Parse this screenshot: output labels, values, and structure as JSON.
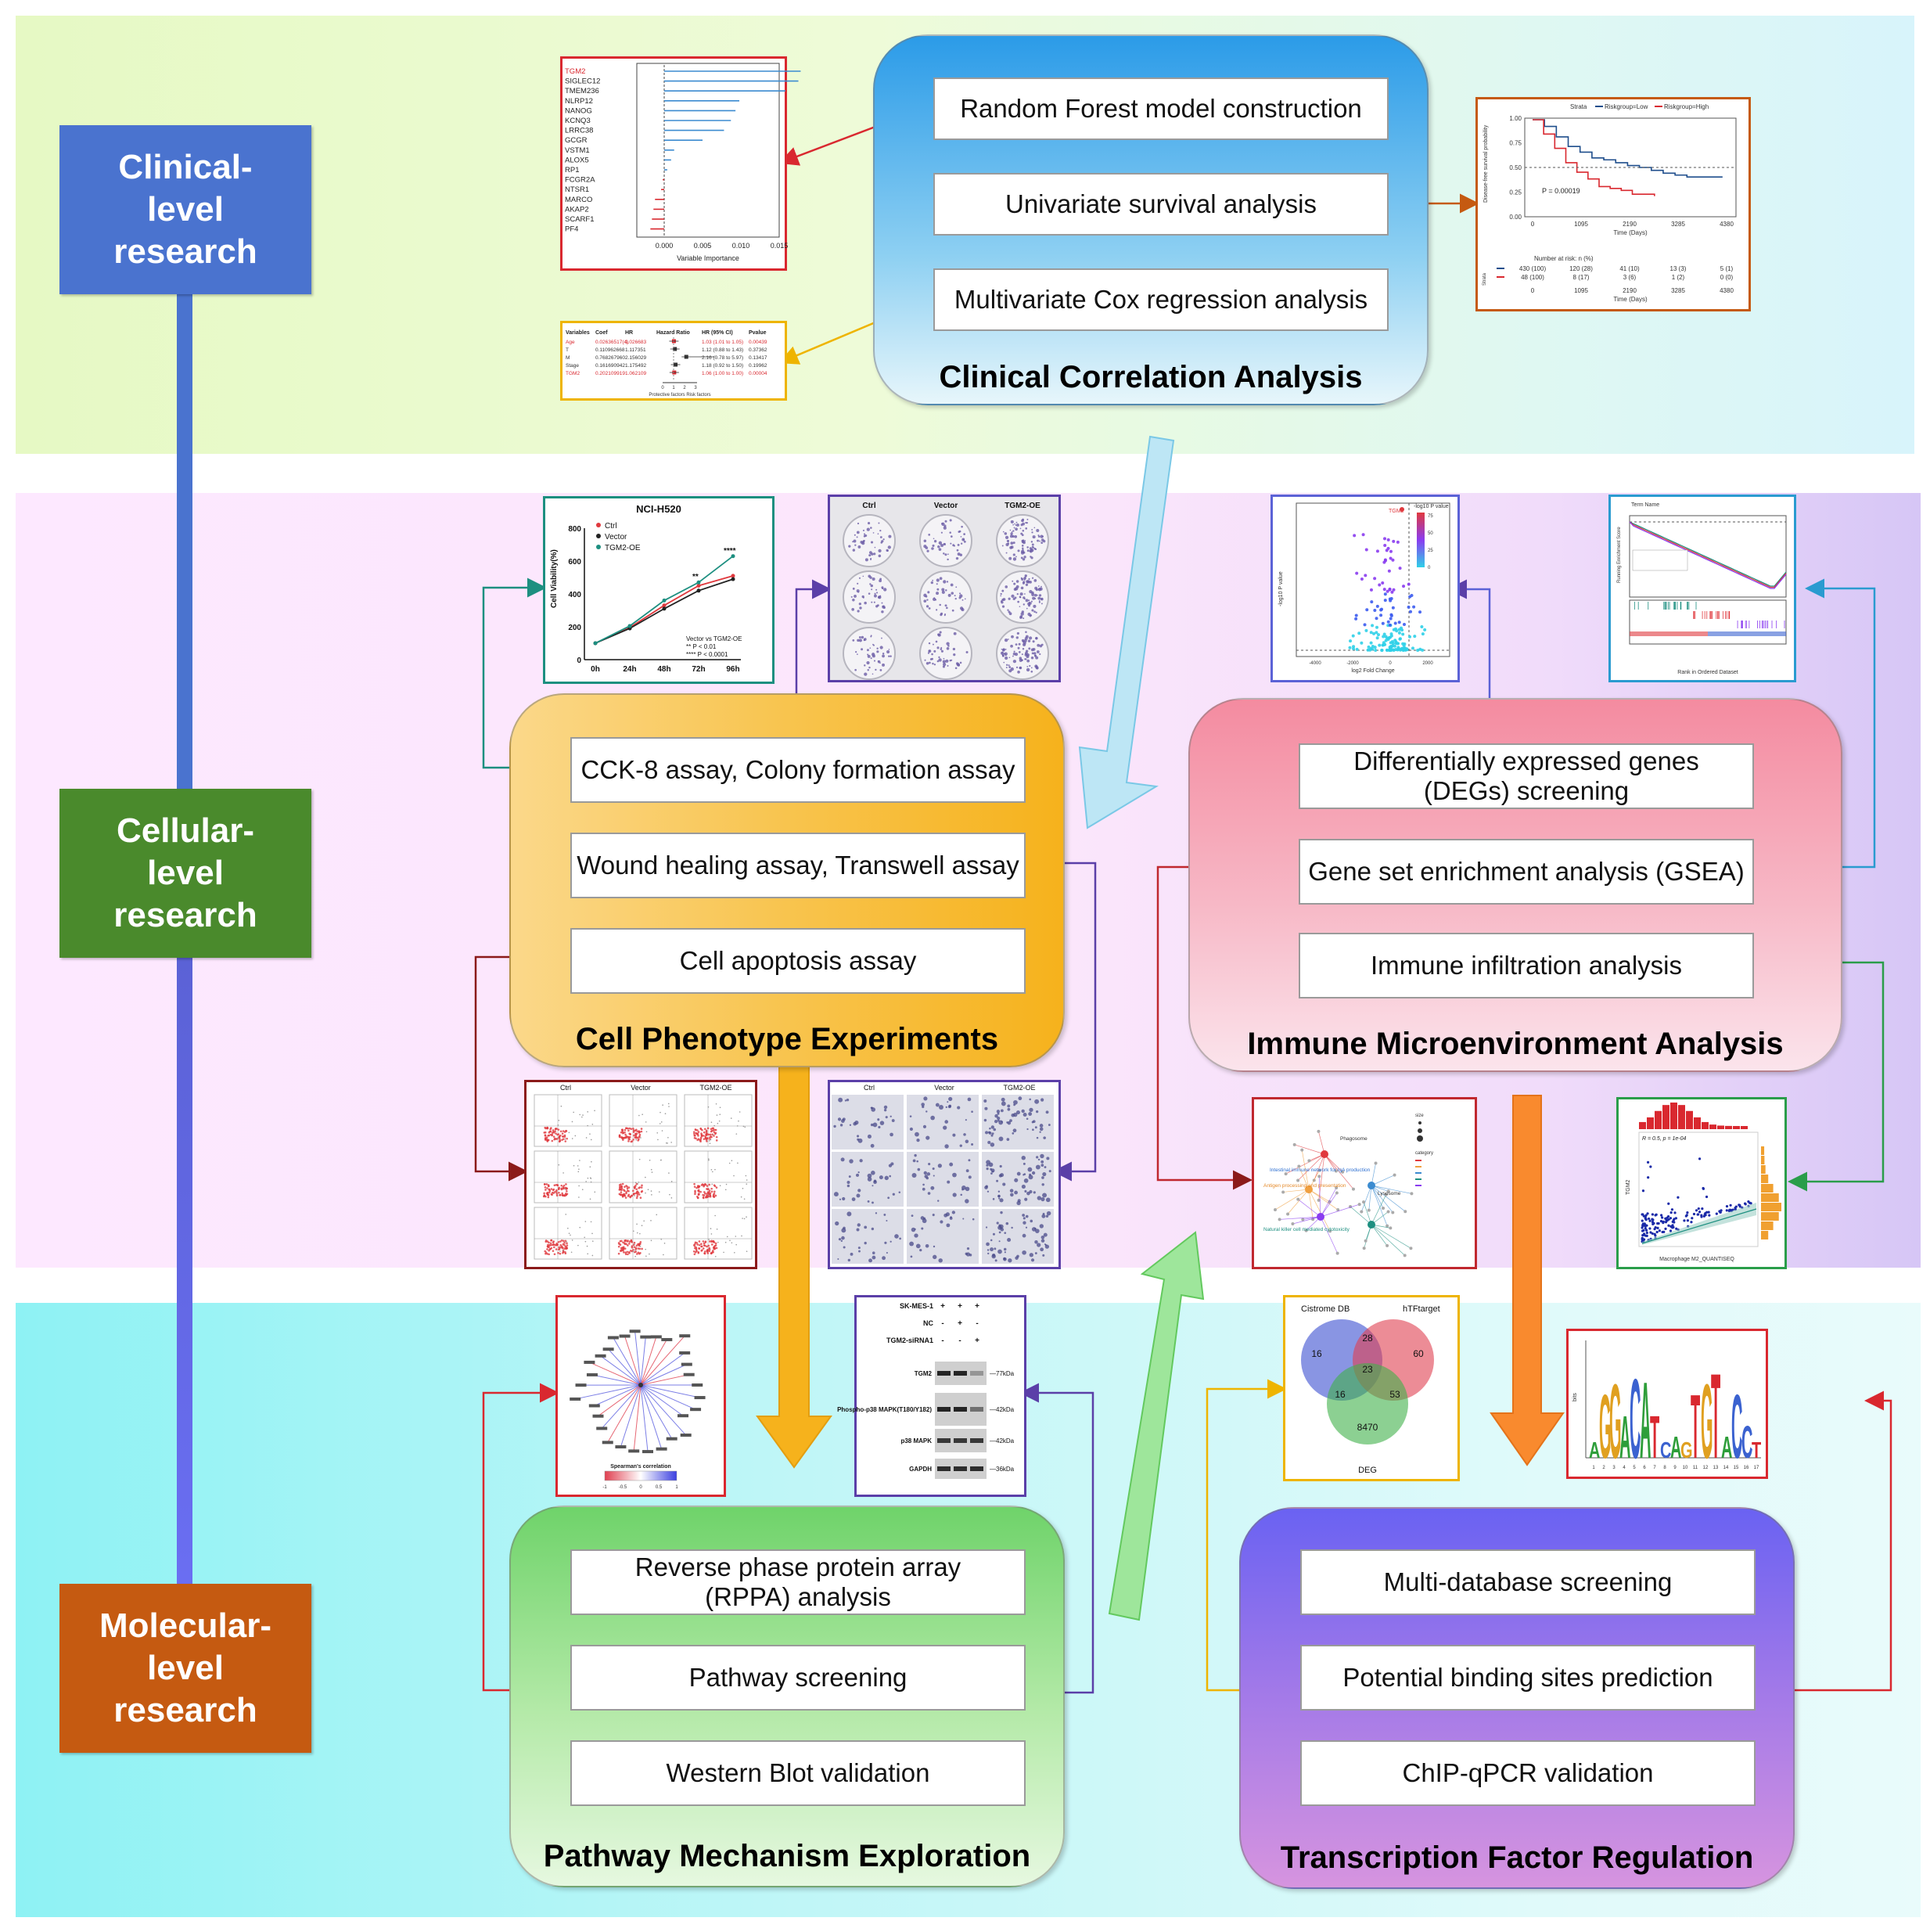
{
  "levels": {
    "clinical": "Clinical-level research",
    "cellular": "Cellular-level research",
    "molecular": "Molecular-level research"
  },
  "modules": {
    "clinical": {
      "title": "Clinical Correlation Analysis",
      "steps": [
        "Random Forest model construction",
        "Univariate survival analysis",
        "Multivariate Cox regression analysis"
      ]
    },
    "phenotype": {
      "title": "Cell Phenotype Experiments",
      "steps": [
        "CCK-8 assay, Colony formation assay",
        "Wound healing assay, Transwell assay",
        "Cell apoptosis assay"
      ]
    },
    "immune": {
      "title": "Immune Microenvironment Analysis",
      "steps": [
        "Differentially expressed genes (DEGs) screening",
        "Gene set enrichment analysis (GSEA)",
        "Immune infiltration analysis"
      ]
    },
    "pathway": {
      "title": "Pathway Mechanism Exploration",
      "steps": [
        "Reverse phase protein array (RPPA) analysis",
        "Pathway screening",
        "Western Blot validation"
      ]
    },
    "tf": {
      "title": "Transcription Factor Regulation",
      "steps": [
        "Multi-database screening",
        "Potential binding sites prediction",
        "ChIP-qPCR validation"
      ]
    }
  },
  "thumbs": {
    "rf": {
      "genes": [
        "TGM2",
        "SIGLEC12",
        "TMEM236",
        "NLRP12",
        "NANOG",
        "KCNQ3",
        "LRRC38",
        "GCGR",
        "VSTM1",
        "ALOX5",
        "RP1",
        "FCGR2A",
        "NTSR1",
        "MARCO",
        "AKAP2",
        "SCARF1",
        "PF4"
      ],
      "ticks": [
        "0.000",
        "0.005",
        "0.010",
        "0.015"
      ],
      "xlabel": "Variable Importance"
    },
    "cox": {
      "headers": [
        "Variables",
        "Coef",
        "HR",
        "Hazard Ratio",
        "HR (95% CI)",
        "Pvalue"
      ],
      "rows": [
        [
          "Age",
          "0.02636517(4)",
          "1.026683",
          "",
          "1.03 (1.01 to 1.05)",
          "0.00439"
        ],
        [
          "T",
          "0.110962668",
          "1.117351",
          "",
          "1.12 (0.88 to 1.43)",
          "0.37362"
        ],
        [
          "M",
          "0.768267960",
          "2.156029",
          "",
          "2.16 (0.78 to 5.97)",
          "0.13417"
        ],
        [
          "Stage",
          "0.161690942",
          "1.175492",
          "",
          "1.18 (0.92 to 1.50)",
          "0.19962"
        ],
        [
          "TGM2",
          "0.202109919",
          "1.062109",
          "",
          "1.06 (1.00 to 1.00)",
          "0.00004"
        ]
      ],
      "axis": [
        "0",
        "1",
        "2",
        "3"
      ],
      "footer": "Protective factors    Risk factors"
    },
    "km": {
      "legend": [
        "Strata",
        "Riskgroup=Low",
        "Riskgroup=High"
      ],
      "ylabel": "Disease-free survival probability",
      "yticks": [
        "1.00",
        "0.75",
        "0.50",
        "0.25",
        "0.00"
      ],
      "pvalue": "P = 0.00019",
      "xticks": [
        "0",
        "1095",
        "2190",
        "3285",
        "4380"
      ],
      "xlabel": "Time (Days)",
      "risk_title": "Number at risk: n (%)",
      "risk_rows": [
        [
          "430 (100)",
          "120 (28)",
          "41 (10)",
          "13 (3)",
          "5 (1)"
        ],
        [
          "48 (100)",
          "8 (17)",
          "3 (6)",
          "1 (2)",
          "0 (0)"
        ]
      ],
      "strata_label": "Strata"
    },
    "cck8": {
      "title": "NCI-H520",
      "legend": [
        "Ctrl",
        "Vector",
        "TGM2-OE"
      ],
      "ylabel": "Cell Viability(%)",
      "yticks": [
        "800",
        "600",
        "400",
        "200",
        "0"
      ],
      "xticks": [
        "0h",
        "24h",
        "48h",
        "72h",
        "96h"
      ],
      "stars": [
        "**",
        "****"
      ],
      "note": [
        "Vector vs TGM2-OE",
        "** P < 0.01",
        "**** P < 0.0001"
      ]
    },
    "colony": {
      "cols": [
        "Ctrl",
        "Vector",
        "TGM2-OE"
      ]
    },
    "flow": {
      "cols": [
        "Ctrl",
        "Vector",
        "TGM2-OE"
      ]
    },
    "transwell": {
      "cols": [
        "Ctrl",
        "Vector",
        "TGM2-OE"
      ]
    },
    "volcano": {
      "title": "-log10 P value",
      "ylabel": "-log10 P value",
      "xlabel": "log2 Fold Change",
      "label": "TGM2",
      "xticks": [
        "-4000",
        "-2000",
        "0",
        "2000"
      ],
      "cbar": [
        "75",
        "50",
        "25",
        "0"
      ]
    },
    "gsea": {
      "ylabel": "Running Enrichment Score",
      "xlabel": "Rank in Ordered Dataset",
      "header": "Term Name"
    },
    "cnet": {
      "nodes": [
        "Phagosome",
        "Intestinal immune network for IgA production",
        "Antigen processing and presentation",
        "Lysosome",
        "Natural killer cell mediated cytotoxicity"
      ]
    },
    "immune_scatter": {
      "stat": "R = 0.5, p = 1e-04",
      "xlabel": "Macrophage M2_QUANTISEQ",
      "ylabel": "TGM2"
    },
    "rppa": {
      "legend_title": "Spearman's correlation",
      "legend_ticks": [
        "-1",
        "-0.5",
        "0",
        "0.5",
        "1"
      ]
    },
    "wb": {
      "rows": [
        "SK-MES-1",
        "NC",
        "TGM2-siRNA1"
      ],
      "signs": [
        [
          "+",
          "+",
          "+"
        ],
        [
          "-",
          "+",
          "-"
        ],
        [
          "-",
          "-",
          "+"
        ]
      ],
      "bands": [
        "TGM2",
        "Phospho-p38 MAPK(T180/Y182)",
        "p38 MAPK",
        "GAPDH"
      ],
      "kda": [
        "77kDa",
        "42kDa",
        "42kDa",
        "36kDa"
      ]
    },
    "venn": {
      "sets": [
        "Cistrome DB",
        "hTFtarget",
        "DEG"
      ],
      "numbers": [
        "16",
        "28",
        "60",
        "23",
        "16",
        "53",
        "8470"
      ]
    },
    "motif": {
      "ylabel": "bits",
      "positions": [
        "1",
        "2",
        "3",
        "4",
        "5",
        "6",
        "7",
        "8",
        "9",
        "10",
        "11",
        "12",
        "13",
        "14",
        "15",
        "16",
        "17"
      ]
    }
  },
  "colors": {
    "clinical_module": "#2b9be8",
    "phenotype_module": "#f6b21c",
    "immune_module": "#f06c82",
    "pathway_module": "#6fd36a",
    "tf_module": "#7464f0"
  }
}
